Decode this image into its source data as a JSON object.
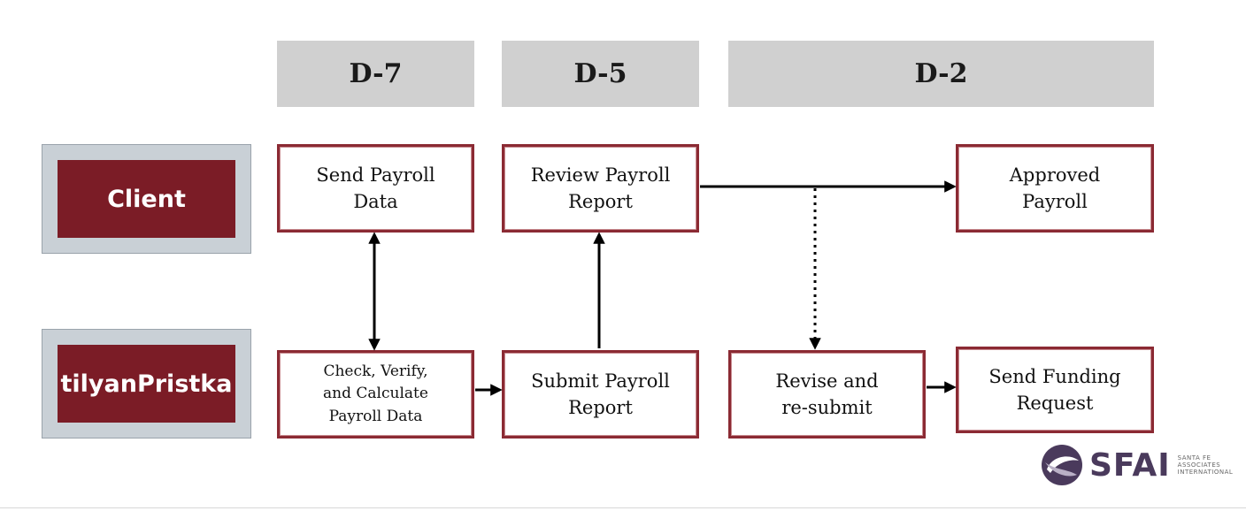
{
  "headers": [
    "D-7",
    "D-5",
    "D-2"
  ],
  "lanes": [
    "Client",
    "tilyanPristka"
  ],
  "client_steps": {
    "send_payroll_data": [
      "Send Payroll",
      "Data"
    ],
    "review_payroll_report": [
      "Review Payroll",
      "Report"
    ],
    "approved_payroll": [
      "Approved",
      "Payroll"
    ]
  },
  "provider_steps": {
    "check_verify_calculate": [
      "Check, Verify,",
      "and  Calculate",
      "Payroll Data"
    ],
    "submit_payroll_report": [
      "Submit Payroll",
      "Report"
    ],
    "revise_resubmit": [
      "Revise and",
      "re-submit"
    ],
    "send_funding_request": [
      "Send Funding",
      "Request"
    ]
  },
  "logo": {
    "text": "SFAI",
    "subtitle": [
      "SANTA FE",
      "ASSOCIATES",
      "INTERNATIONAL"
    ]
  },
  "colors": {
    "header_bg": "#d0d0d0",
    "lane_bg": "#c9d0d6",
    "lane_label_bg": "#7b1c26",
    "box_border": "#8b2a33"
  }
}
